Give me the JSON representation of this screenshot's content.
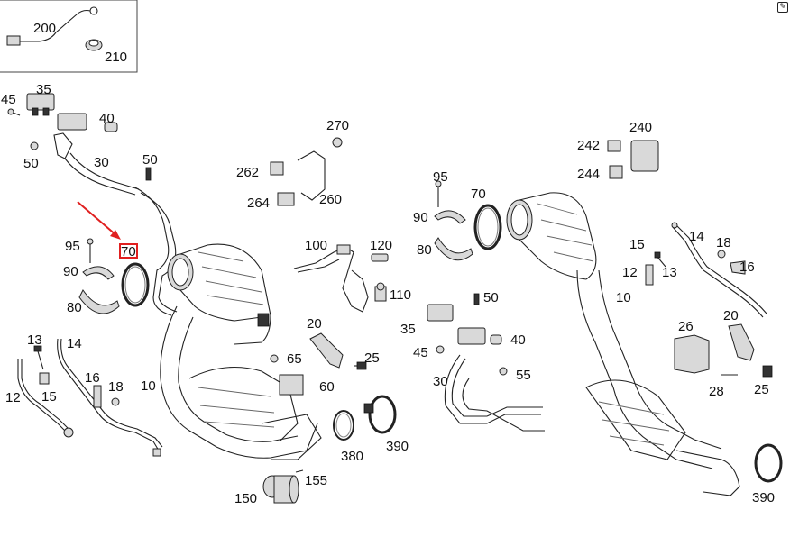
{
  "labels": {
    "l200": "200",
    "l210": "210",
    "l45a": "45",
    "l35a": "35",
    "l40a": "40",
    "l50a": "50",
    "l30a": "30",
    "l50b": "50",
    "l270": "270",
    "l262": "262",
    "l264": "264",
    "l260": "260",
    "l240": "240",
    "l242": "242",
    "l244": "244",
    "l95a": "95",
    "l70a": "70",
    "l90a": "90",
    "l80a": "80",
    "l95b": "95",
    "l70b": "70",
    "l90b": "90",
    "l80b": "80",
    "l100": "100",
    "l120": "120",
    "l110": "110",
    "l20a": "20",
    "l25a": "25",
    "l65": "65",
    "l60": "60",
    "l10a": "10",
    "l380": "380",
    "l390a": "390",
    "l150": "150",
    "l155": "155",
    "l13a": "13",
    "l14a": "14",
    "l12a": "12",
    "l15a": "15",
    "l16a": "16",
    "l18a": "18",
    "l50c": "50",
    "l35b": "35",
    "l45b": "45",
    "l40b": "40",
    "l30b": "30",
    "l55": "55",
    "l10b": "10",
    "l15b": "15",
    "l14b": "14",
    "l18b": "18",
    "l12b": "12",
    "l13b": "13",
    "l16b": "16",
    "l26": "26",
    "l20b": "20",
    "l28": "28",
    "l25b": "25",
    "l390b": "390"
  },
  "highlight": {
    "color": "#e02020",
    "target_label": "l70a"
  },
  "corner_icon": "edit-icon",
  "corner_glyph": "✎"
}
